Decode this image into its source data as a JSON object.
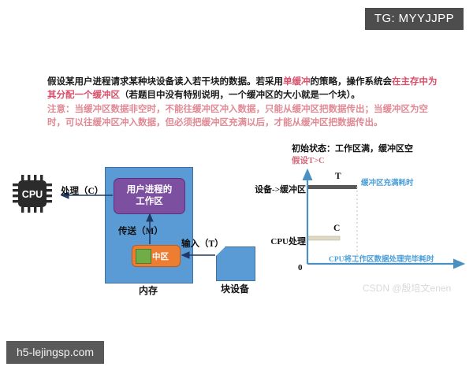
{
  "badges": {
    "tg": "TG: MYYJJPP",
    "site": "h5-lejingsp.com"
  },
  "text_block": {
    "line1_a": "假设某用户进程请求某种块设备读入若干块的数据。若采用",
    "line1_em1": "单缓冲",
    "line1_b": "的策略，操作系统会",
    "line1_em2": "在主存中为其分配一个缓冲区",
    "line1_c": "（若题目中没有特别说明，一个缓冲区的大小就是一个块）。",
    "note": "注意：当缓冲区数据非空时，不能往缓冲区冲入数据，只能从缓冲区把数据传出；当缓冲区为空时，可以往缓冲区冲入数据，但必须把缓冲区充满以后，才能从缓冲区把数据传出。"
  },
  "diagram": {
    "cpu_label": "CPU",
    "memory_label": "内存",
    "workarea_line1": "用户进程的",
    "workarea_line2": "工作区",
    "buffer_label": "中区",
    "blockdevice_label": "块设备",
    "arrow_process": "处理（C）",
    "arrow_transfer": "传送（M）",
    "arrow_input": "输入（T）",
    "colors": {
      "memory": "#5b9bd5",
      "workarea": "#7c4fa0",
      "buffer": "#ed7d31",
      "buffer_fill": "#70ad47",
      "blockdevice": "#5b9bd5",
      "cpu": "#2b2b2b"
    }
  },
  "chart_data": {
    "type": "bar",
    "title": "初始状态：工作区满，缓冲区空",
    "subtitle": "假设T>C",
    "xlabel": "",
    "ylabel": "",
    "grid": false,
    "origin_label": "0",
    "categories": [
      "设备->缓冲区",
      "CPU处理"
    ],
    "series": [
      {
        "name": "设备->缓冲区",
        "label": "T",
        "value": 1.0,
        "start": 0.0,
        "end": 1.0,
        "color": "#595959",
        "annotation": "缓冲区充满耗时"
      },
      {
        "name": "CPU处理",
        "label": "C",
        "value": 0.62,
        "start": 0.0,
        "end": 0.62,
        "color": "#ddd9c3",
        "annotation": "CPU将工作区数据处理完毕耗时"
      }
    ],
    "annotations": [
      {
        "text": "缓冲区充满耗时",
        "color": "#4a9fd8"
      },
      {
        "text": "CPU将工作区数据处理完毕耗时",
        "color": "#4a9fd8"
      }
    ],
    "dashed_marker_at": 1.0,
    "axis_color": "#4a90c2"
  },
  "watermark": "CSDN @殷培文enen"
}
